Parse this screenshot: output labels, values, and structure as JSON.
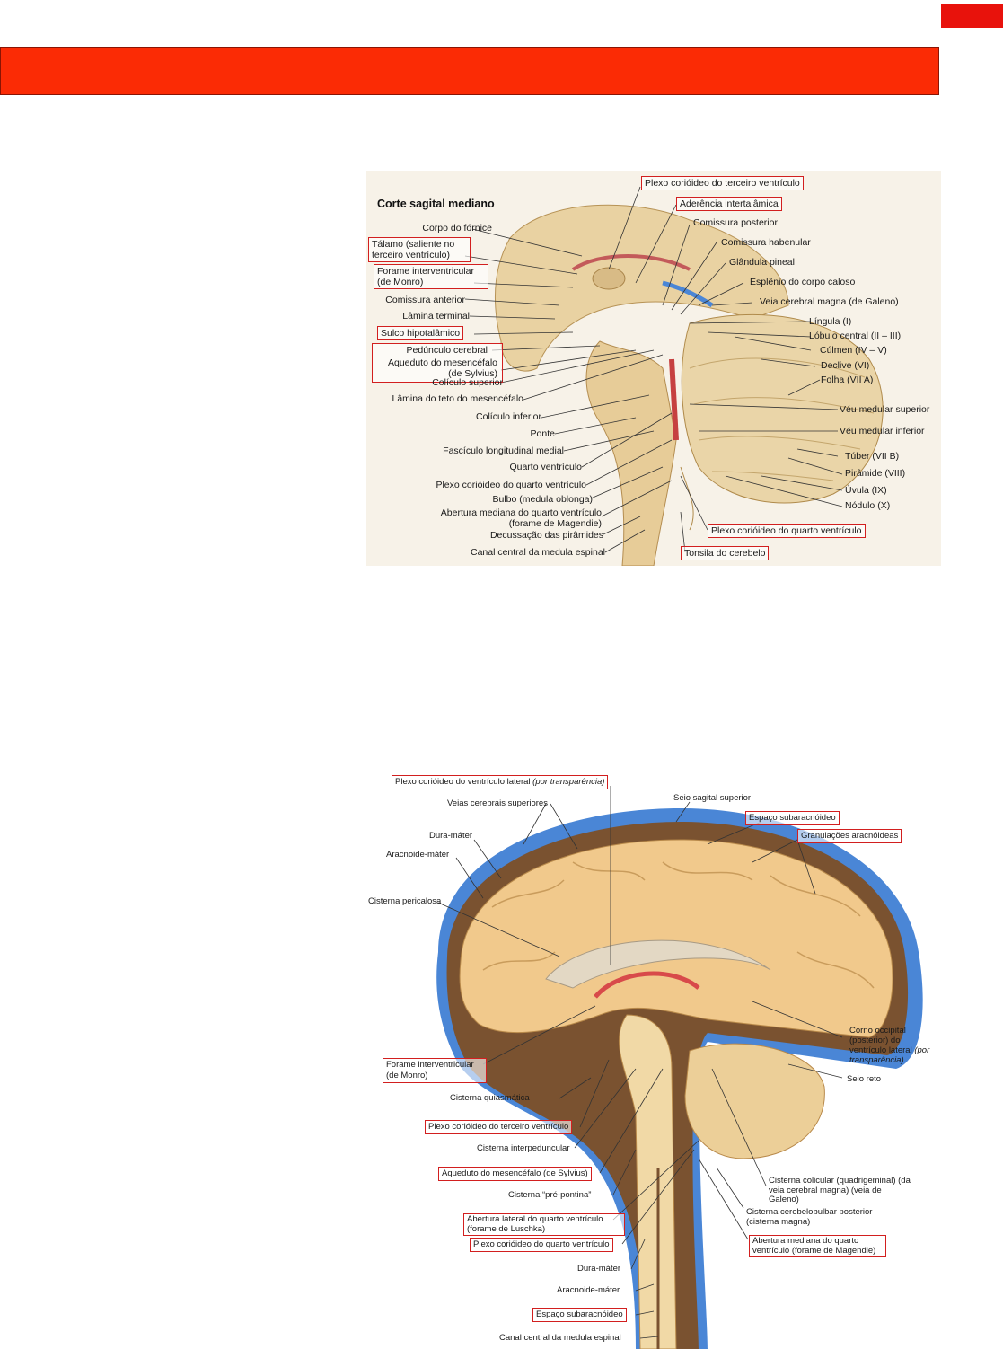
{
  "figure1": {
    "heading": "Corte sagital mediano",
    "labels_left": [
      "Corpo do fórnice",
      "Tálamo (saliente no terceiro ventrículo)",
      "Forame interventricular (de Monro)",
      "Comissura anterior",
      "Lâmina terminal",
      "Sulco hipotalâmico",
      "Pedúnculo cerebral",
      "Aqueduto do mesencéfalo (de Sylvius)",
      "Colículo superior",
      "Lâmina do teto do mesencéfalo",
      "Colículo inferior",
      "Ponte",
      "Fascículo longitudinal medial",
      "Quarto ventrículo",
      "Plexo corióideo do quarto ventrículo",
      "Bulbo (medula oblonga)",
      "Abertura mediana do quarto ventrículo (forame de Magendie)",
      "Decussação das pirâmides",
      "Canal central da medula espinal"
    ],
    "labels_right": [
      "Plexo corióideo do terceiro ventrículo",
      "Aderência intertalâmica",
      "Comissura posterior",
      "Comissura habenular",
      "Glândula pineal",
      "Esplênio do corpo caloso",
      "Veia cerebral magna (de Galeno)",
      "Língula (I)",
      "Lóbulo central (II – III)",
      "Cúlmen (IV – V)",
      "Declive (VI)",
      "Folha (VII A)",
      "Véu medular superior",
      "Véu medular inferior",
      "Túber (VII B)",
      "Pirâmide (VIII)",
      "Úvula (IX)",
      "Nódulo (X)",
      "Plexo corióideo do quarto ventrículo",
      "Tonsila do cerebelo"
    ]
  },
  "figure2": {
    "labels": {
      "plexo_lateral": "Plexo corióideo do ventrículo lateral",
      "plexo_lateral_it": "(por transparência)",
      "veias": "Veias cerebrais superiores",
      "seio_sagital": "Seio sagital superior",
      "espaco_sub_top": "Espaço subaracnóideo",
      "granulacoes": "Granulações aracnóideas",
      "dura_top": "Dura-máter",
      "aracnoide_top": "Aracnoide-máter",
      "cisterna_pericalosa": "Cisterna pericalosa",
      "corno_occipital": "Corno occipital (posterior) do ventrículo lateral",
      "corno_occipital_it": "(por transparência)",
      "forame_monro": "Forame interventricular (de Monro)",
      "seio_reto": "Seio reto",
      "cisterna_quiasmatica": "Cisterna quiasmática",
      "plexo_terceiro": "Plexo corióideo do terceiro ventrículo",
      "cisterna_interpeduncular": "Cisterna interpeduncular",
      "aqueduto": "Aqueduto do mesencéfalo (de Sylvius)",
      "cisterna_pre_pontina": "Cisterna “pré-pontina”",
      "cisterna_colicular": "Cisterna colicular (quadrigeminal) (da veia cerebral magna) (veia de Galeno)",
      "cisterna_cerebelobulbar": "Cisterna cerebelobulbar posterior (cisterna magna)",
      "abertura_lateral": "Abertura lateral do quarto ventrículo (forame de Luschka)",
      "plexo_quarto": "Plexo corióideo do quarto ventrículo",
      "abertura_mediana": "Abertura mediana do quarto ventrículo (forame de Magendie)",
      "dura_bottom": "Dura-máter",
      "aracnoide_bottom": "Aracnoide-máter",
      "espaco_sub_bottom": "Espaço subaracnóideo",
      "canal_central": "Canal central da medula espinal"
    }
  },
  "colors": {
    "banner": "#fb2b05",
    "tab": "#e8120c",
    "label_box": "#d21f1f",
    "brain": "#f1c98c",
    "dura": "#4a86d6"
  }
}
